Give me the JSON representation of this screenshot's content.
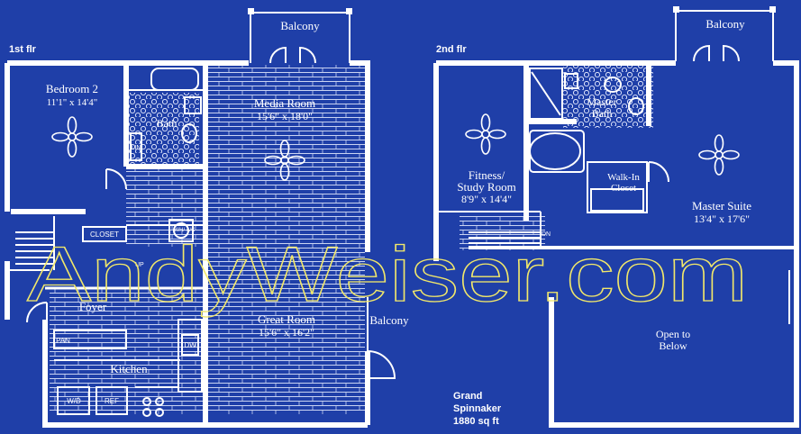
{
  "floors": {
    "first": {
      "label": "1st flr",
      "rooms": {
        "balcony_top": {
          "name": "Balcony"
        },
        "bedroom2": {
          "name": "Bedroom 2",
          "dims": "11'1\" x 14'4\""
        },
        "media": {
          "name": "Media Room",
          "dims": "15'6\" x 18'0\""
        },
        "bath": {
          "name": "Bath"
        },
        "linen": {
          "name": "LIN"
        },
        "closet": {
          "name": "CLOSET"
        },
        "washer": {
          "name": "WH/ A/C"
        },
        "up": {
          "name": "UP"
        },
        "foyer": {
          "name": "Foyer"
        },
        "great": {
          "name": "Great Room",
          "dims": "15'6\" x 16'2\""
        },
        "balcony_side": {
          "name": "Balcony"
        },
        "pantry": {
          "name": "PAN"
        },
        "dishwasher": {
          "name": "DW"
        },
        "kitchen": {
          "name": "Kitchen"
        },
        "wd": {
          "name": "W/D"
        },
        "ref": {
          "name": "REF"
        }
      }
    },
    "second": {
      "label": "2nd flr",
      "rooms": {
        "balcony": {
          "name": "Balcony"
        },
        "fitness_line1": {
          "name": "Fitness/"
        },
        "fitness_line2": {
          "name": "Study Room"
        },
        "fitness_dims": {
          "dims": "8'9\" x 14'4\""
        },
        "master_bath_line1": {
          "name": "Master"
        },
        "master_bath_line2": {
          "name": "Bath"
        },
        "walkin_line1": {
          "name": "Walk-In"
        },
        "walkin_line2": {
          "name": "Closet"
        },
        "suite": {
          "name": "Master Suite",
          "dims": "13'4\" x 17'6\""
        },
        "down": {
          "name": "DN"
        },
        "open_line1": {
          "name": "Open to"
        },
        "open_line2": {
          "name": "Below"
        }
      }
    }
  },
  "plan_info": {
    "name_line1": "Grand",
    "name_line2": "Spinnaker",
    "area": "1880 sq ft"
  },
  "watermark": "AndyWeiser.com",
  "colors": {
    "background": "#1f3fa8",
    "walls": "#ffffff",
    "watermark_outline": "#f2e86a"
  }
}
